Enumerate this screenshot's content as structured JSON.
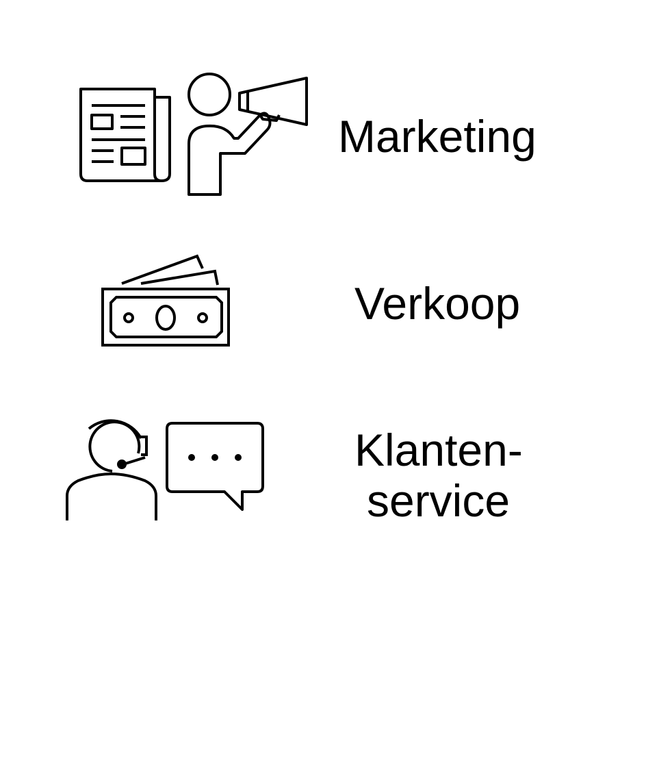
{
  "diagram": {
    "rows": [
      {
        "id": "marketing",
        "label": "Marketing",
        "icons": [
          "newspaper-icon",
          "person-megaphone-icon"
        ]
      },
      {
        "id": "verkoop",
        "label": "Verkoop",
        "icons": [
          "money-bills-icon"
        ]
      },
      {
        "id": "klantenservice",
        "label_line1": "Klanten-",
        "label_line2": "service",
        "icons": [
          "customer-service-headset-icon",
          "speech-bubble-icon"
        ]
      }
    ],
    "colors": {
      "background": "#ffffff",
      "stroke": "#000000",
      "text": "#000000"
    }
  }
}
